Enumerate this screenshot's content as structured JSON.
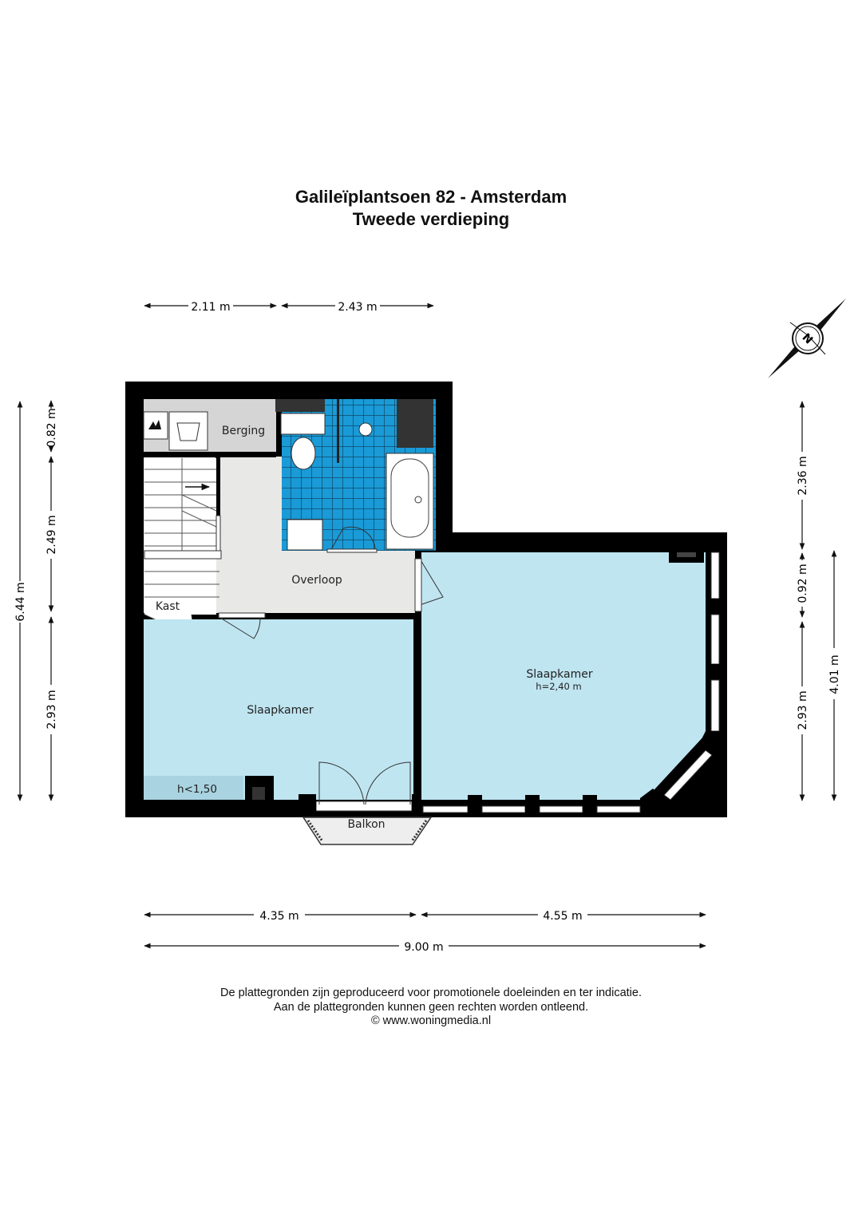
{
  "title": {
    "line1": "Galileïplantsoen 82 - Amsterdam",
    "line2": "Tweede verdieping"
  },
  "rooms": {
    "berging": "Berging",
    "overloop": "Overloop",
    "kast": "Kast",
    "slaapkamer_left": "Slaapkamer",
    "slaapkamer_right": "Slaapkamer",
    "slaapkamer_right_height": "h=2,40 m",
    "low_ceiling": "h<1,50",
    "balkon": "Balkon"
  },
  "dimensions": {
    "top_left": "2.11 m",
    "top_right": "2.43 m",
    "left_total": "6.44 m",
    "left_a": "0.82 m",
    "left_b": "2.49 m",
    "left_c": "2.93 m",
    "right_a": "2.36 m",
    "right_b": "0.92 m",
    "right_c": "2.93 m",
    "right_total": "4.01 m",
    "bottom_left": "4.35 m",
    "bottom_right": "4.55 m",
    "bottom_total": "9.00 m"
  },
  "compass": {
    "label": "N"
  },
  "footer": {
    "line1": "De plattegronden zijn geproduceerd voor promotionele doeleinden en ter indicatie.",
    "line2": "Aan de plattegronden kunnen geen rechten worden ontleend.",
    "line3": "© www.woningmedia.nl"
  },
  "colors": {
    "wall": "#000000",
    "bedroom": "#bfe5f1",
    "hall": "#e7e7e5",
    "storage": "#d4d4d4",
    "tile": "#1a9ad6"
  }
}
